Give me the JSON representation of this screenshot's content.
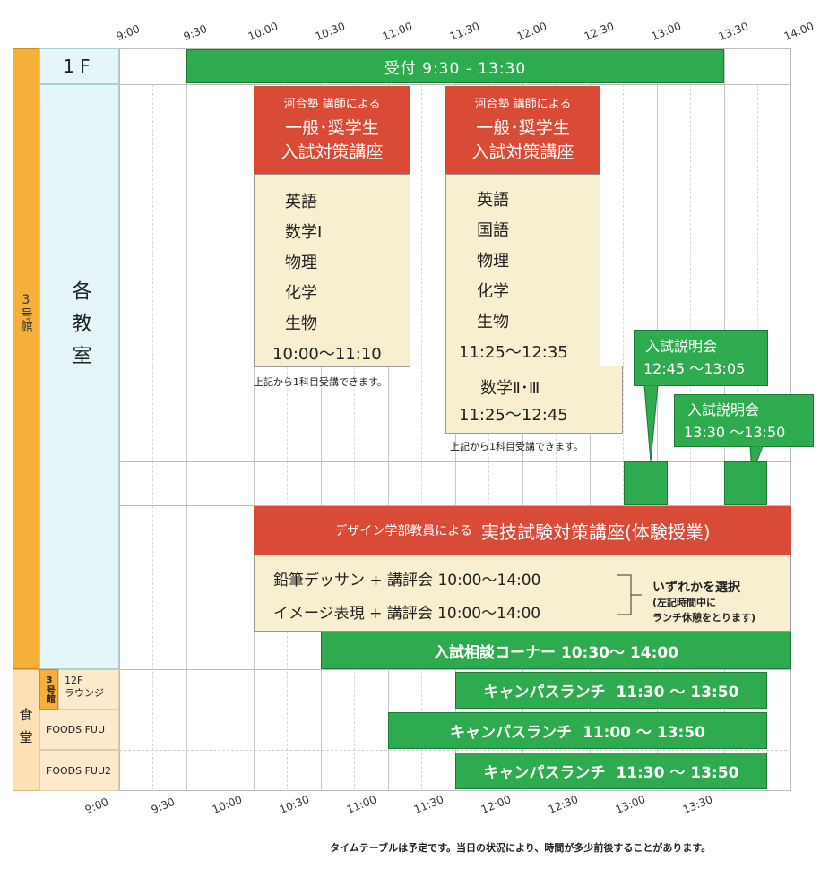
{
  "timeline": {
    "top_ticks": [
      "9:00",
      "9:30",
      "10:00",
      "10:30",
      "11:00",
      "11:30",
      "12:00",
      "12:30",
      "13:00",
      "13:30",
      "14:00"
    ],
    "bottom_ticks": [
      "9:00",
      "9:30",
      "10:00",
      "10:30",
      "11:00",
      "11:30",
      "12:00",
      "12:30",
      "13:00",
      "13:30"
    ]
  },
  "rows": {
    "building_label": "3号館",
    "floor1_label": "1F",
    "classroom_label": "各教室",
    "cafeteria_label": "食堂",
    "lounge_building": "3号館",
    "lounge_label_1": "12F",
    "lounge_label_2": "ラウンジ",
    "foods1_label": "FOODS FUU",
    "foods2_label": "FOODS FUU2"
  },
  "reception": {
    "label": "受付 9:30 - 13:30"
  },
  "course_a": {
    "header_1": "河合塾 講師による",
    "header_2": "一般･奨学生",
    "header_3": "入試対策講座",
    "subjects": [
      "英語",
      "数学Ⅰ",
      "物理",
      "化学",
      "生物"
    ],
    "time": "10:00〜11:10",
    "note": "上記から1科目受講できます。"
  },
  "course_b": {
    "header_1": "河合塾 講師による",
    "header_2": "一般･奨学生",
    "header_3": "入試対策講座",
    "subjects": [
      "英語",
      "国語",
      "物理",
      "化学",
      "生物"
    ],
    "time": "11:25〜12:35",
    "extra_subject": "数学Ⅱ･Ⅲ",
    "extra_time": "11:25〜12:45",
    "note": "上記から1科目受講できます。"
  },
  "briefing_1": {
    "title": "入試説明会",
    "time": "12:45 〜13:05"
  },
  "briefing_2": {
    "title": "入試説明会",
    "time": "13:30 〜13:50"
  },
  "design": {
    "header_small": "デザイン学部教員による",
    "header_big": "実技試験対策講座(体験授業)",
    "line_1": "鉛筆デッサン + 講評会 10:00〜14:00",
    "line_2": "イメージ表現 + 講評会 10:00〜14:00",
    "choose": "いずれかを選択",
    "choose_note_1": "(左記時間中に",
    "choose_note_2": "ランチ休憩をとります)"
  },
  "consult": {
    "label": "入試相談コーナー 10:30〜 14:00"
  },
  "lunch": {
    "lounge": "キャンパスランチ  11:30 〜 13:50",
    "foods1": "キャンパスランチ  11:00 〜 13:50",
    "foods2": "キャンパスランチ  11:30 〜 13:50"
  },
  "footer": {
    "note": "タイムテーブルは予定です。当日の状況により、時間が多少前後することがあります。"
  },
  "colors": {
    "green": "#2eaa4f",
    "red": "#d94a37",
    "cream": "#f7efcf",
    "orange": "#f5b03c",
    "cyan": "#e5f6f8",
    "peach": "#fde9cc"
  }
}
